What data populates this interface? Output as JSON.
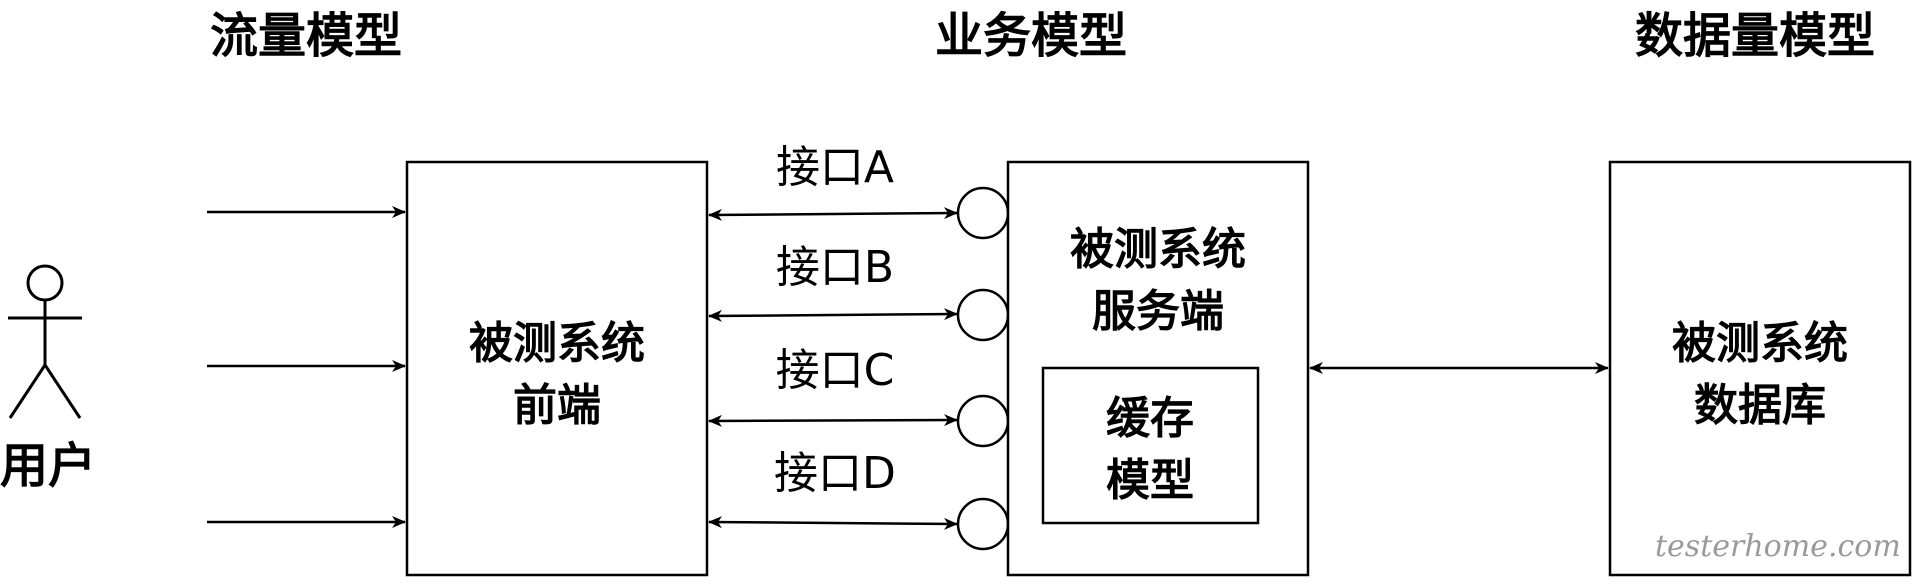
{
  "headers": {
    "traffic_model": "流量模型",
    "business_model": "业务模型",
    "data_volume_model": "数据量模型"
  },
  "user": {
    "label": "用户"
  },
  "frontend": {
    "line1": "被测系统",
    "line2": "前端"
  },
  "server": {
    "line1": "被测系统",
    "line2": "服务端",
    "cache": {
      "line1": "缓存",
      "line2": "模型"
    }
  },
  "database": {
    "line1": "被测系统",
    "line2": "数据库"
  },
  "interfaces": [
    "接口A",
    "接口B",
    "接口C",
    "接口D"
  ],
  "watermark": "testerhome.com"
}
